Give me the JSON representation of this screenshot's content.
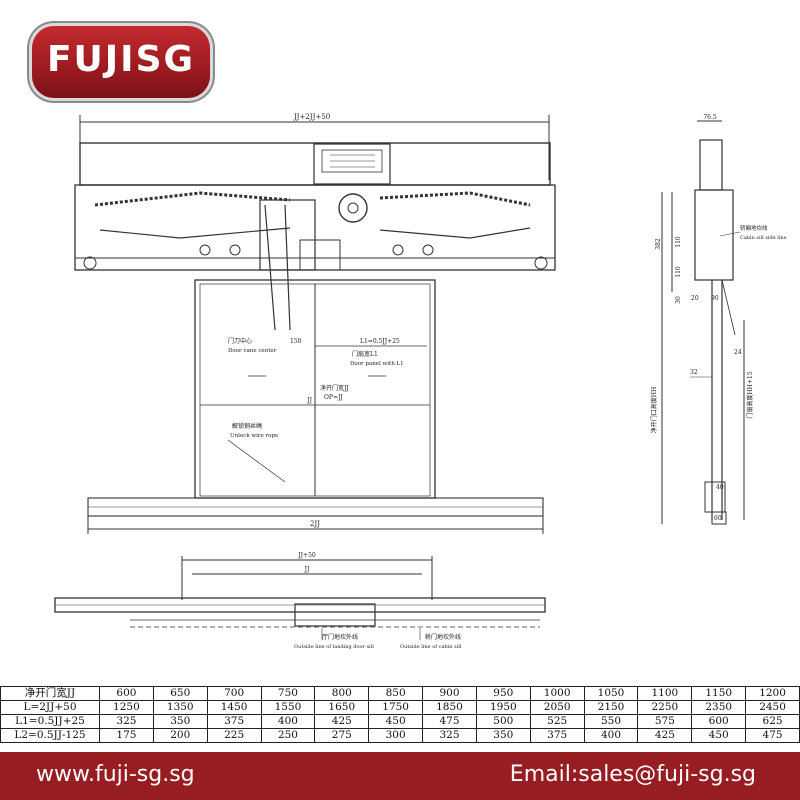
{
  "brand": {
    "logo_text": "FUJISG"
  },
  "front_view": {
    "top_dim": "JJ+2JJ+50",
    "door_vane_center_cn": "门刀中心",
    "door_vane_center_en": "Door vane center",
    "dim_150": "150",
    "l1_dim": "L1=0.5JJ+25",
    "door_panel_cn": "门扇宽L1",
    "door_panel_en": "Door panel with L1",
    "clear_opening_cn": "净开门宽JJ",
    "clear_opening_op": "OP=JJ",
    "jj_label": "JJ",
    "unlock_rope_cn": "解锁钢丝绳",
    "unlock_rope_en": "Unlock wire rope",
    "bottom_dim": "2JJ"
  },
  "side_view": {
    "top_dim": "76.5",
    "cabin_sill_cn": "轿厢地坎线",
    "cabin_sill_en": "Cabin sill side line",
    "dim_382": "382",
    "dim_110a": "110",
    "dim_110b": "110",
    "dim_30": "30",
    "dim_20": "20",
    "dim_90": "90",
    "dim_24": "24",
    "dim_32": "32",
    "clear_height_cn": "净开门口高度HH",
    "door_height_cn": "门扇高度HH+15",
    "dim_40": "40",
    "dim_60": "60"
  },
  "bottom_view": {
    "dim_jj50": "JJ+50",
    "dim_jj": "JJ",
    "landing_sill_cn": "厅门地坎外线",
    "landing_sill_en": "Outside line of landing door sill",
    "cabin_sill_cn": "轿门地坎外线",
    "cabin_sill_en": "Outside line of cabin sill"
  },
  "spec_table": {
    "rows": [
      {
        "label": "净开门宽JJ",
        "values": [
          "600",
          "650",
          "700",
          "750",
          "800",
          "850",
          "900",
          "950",
          "1000",
          "1050",
          "1100",
          "1150",
          "1200"
        ]
      },
      {
        "label": "L=2JJ+50",
        "values": [
          "1250",
          "1350",
          "1450",
          "1550",
          "1650",
          "1750",
          "1850",
          "1950",
          "2050",
          "2150",
          "2250",
          "2350",
          "2450"
        ]
      },
      {
        "label": "L1=0.5JJ+25",
        "values": [
          "325",
          "350",
          "375",
          "400",
          "425",
          "450",
          "475",
          "500",
          "525",
          "550",
          "575",
          "600",
          "625"
        ]
      },
      {
        "label": "L2=0.5JJ-125",
        "values": [
          "175",
          "200",
          "225",
          "250",
          "275",
          "300",
          "325",
          "350",
          "375",
          "400",
          "425",
          "450",
          "475"
        ]
      }
    ]
  },
  "footer": {
    "website": "www.fuji-sg.sg",
    "email": "Email:sales@fuji-sg.sg"
  }
}
